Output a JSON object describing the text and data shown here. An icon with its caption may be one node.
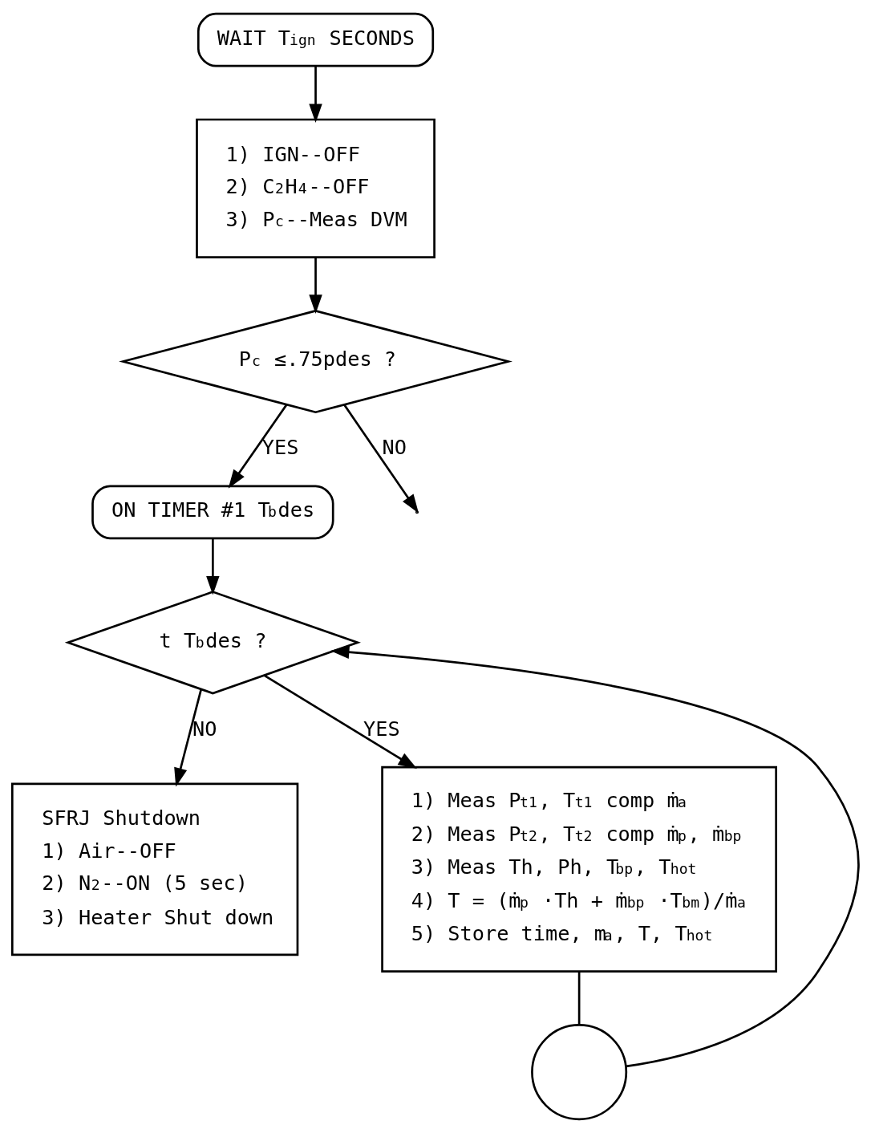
{
  "diagram": {
    "nodes": [
      {
        "text": [
          "WAIT T$_{ign}$ SECONDS"
        ]
      },
      {
        "text": [
          "1) IGN--OFF",
          "2) C$_{2}$H$_{4}$--OFF",
          "3) P$_{c}$--Meas DVM"
        ]
      },
      {
        "text": [
          "P$_{c}$ ≤.75pdes ?"
        ]
      },
      {
        "text": [
          "ON TIMER #1 T$_{b}$des"
        ]
      },
      {
        "text": [
          "t T$_{b}$des ?"
        ]
      },
      {
        "text": [
          "SFRJ Shutdown",
          "1) Air--OFF",
          "2) N$_{2}$--ON (5 sec)",
          "3) Heater Shut down"
        ]
      },
      {
        "text": [
          "1) Meas P$_{t1}$, T$_{t1}$ comp ṁ$_{a}$",
          "2) Meas P$_{t2}$, T$_{t2}$ comp ṁ$_{p}$, ṁ$_{bp}$",
          "3) Meas Th, Ph, T$_{bp}$, T$_{hot}$",
          "4) T = (ṁ$_{p}$ ·Th + ṁ$_{bp}$ ·T$_{bm}$)/ṁ$_{a}$",
          "5) Store time, m$_{a}$, T, T$_{hot}$"
        ]
      },
      {
        "text": [],
        "shape": "circle"
      }
    ],
    "edges": [
      {
        "from": 0,
        "to": 1,
        "arrow": "to"
      },
      {
        "from": 1,
        "to": 2,
        "arrow": "to"
      },
      {
        "from": 2,
        "to": null,
        "arrow": "to",
        "label": "NO"
      },
      {
        "from": 2,
        "to": 3,
        "arrow": "to",
        "label": "YES"
      },
      {
        "from": 3,
        "to": 4,
        "arrow": "to"
      },
      {
        "from": 4,
        "to": 5,
        "arrow": "to",
        "label": "NO"
      },
      {
        "from": 4,
        "to": 6,
        "arrow": "to",
        "label": "YES"
      },
      {
        "from": 6,
        "to": 7,
        "arrow": "none"
      },
      {
        "from": 7,
        "to": 4,
        "arrow": "to"
      }
    ]
  }
}
